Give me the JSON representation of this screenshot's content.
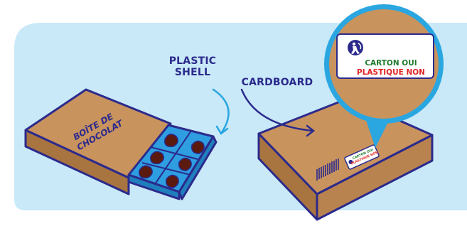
{
  "labels": {
    "plastic_line1": "PLASTIC",
    "plastic_line2": "SHELL",
    "cardboard": "CARDBOARD"
  },
  "box_text": {
    "line1": "BOÎTE DE",
    "line2": "CHOCOLAT"
  },
  "badge": {
    "line1": "CARTON OUI",
    "line2": "PLASTIQUE NON",
    "mini_line1": "CARTON OUI",
    "mini_line2": "PLASTIQUE NON"
  },
  "colors": {
    "background_panel": "#c9e9f8",
    "cardboard": "#c9935e",
    "cardboard_dark": "#a8743f",
    "outline": "#2b2a8c",
    "plastic_tray": "#2e9ee0",
    "chocolate": "#5a1a0e",
    "badge_ring": "#2aa6e0",
    "text_green": "#1f7a2e",
    "text_red": "#e02424"
  },
  "icons": {
    "recycle": "triman-recycling-icon",
    "barcode": "barcode-icon"
  }
}
